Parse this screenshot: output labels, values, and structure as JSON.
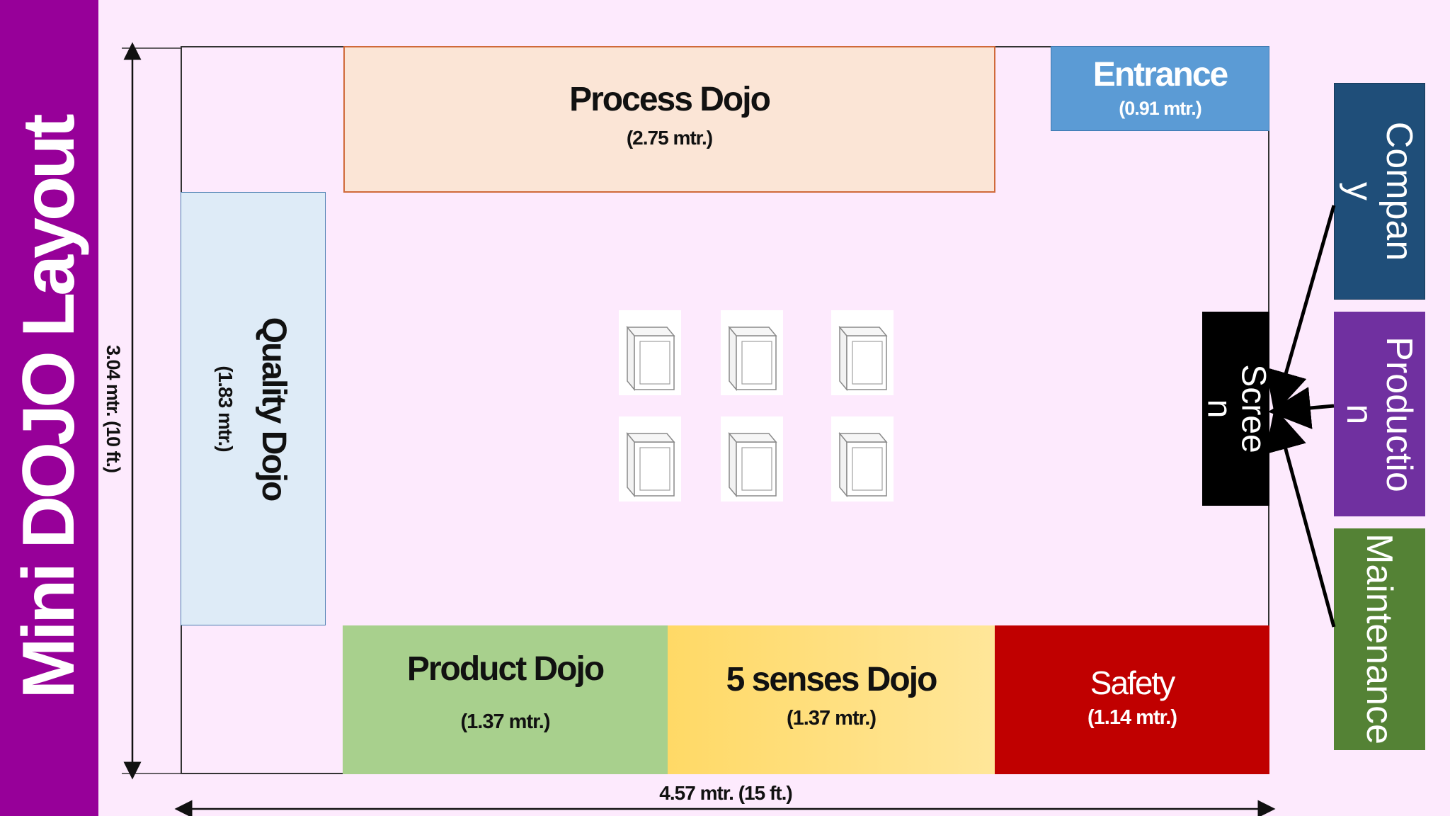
{
  "title": "Mini DOJO Layout",
  "zones": {
    "process": {
      "name": "Process Dojo",
      "size": "(2.75 mtr.)"
    },
    "entrance": {
      "name": "Entrance",
      "size": "(0.91 mtr.)"
    },
    "quality": {
      "name": "Quality Dojo",
      "size": "(1.83 mtr.)"
    },
    "product": {
      "name": "Product Dojo",
      "size": "(1.37 mtr.)"
    },
    "senses": {
      "name": "5 senses Dojo",
      "size": "(1.37 mtr.)"
    },
    "safety": {
      "name": "Safety",
      "size": "(1.14 mtr.)"
    },
    "screen": {
      "name": "Scree\nn"
    }
  },
  "panels": {
    "company": "Compan\ny",
    "production": "Productio\nn",
    "maintenance": "Maintenance"
  },
  "dimensions": {
    "height": "3.04 mtr. (10 ft.)",
    "width": "4.57 mtr. (15 ft.)"
  },
  "colors": {
    "title_band": "#970099",
    "process": "#fbe5d6",
    "entrance": "#5b9bd5",
    "quality": "#deebf7",
    "product": "#a8d08d",
    "senses": "#ffd966",
    "safety": "#c00000",
    "company": "#1f4e79",
    "production": "#7030a0",
    "maintenance": "#548235"
  },
  "icons": [
    "chair-icon",
    "arrow-icon"
  ]
}
